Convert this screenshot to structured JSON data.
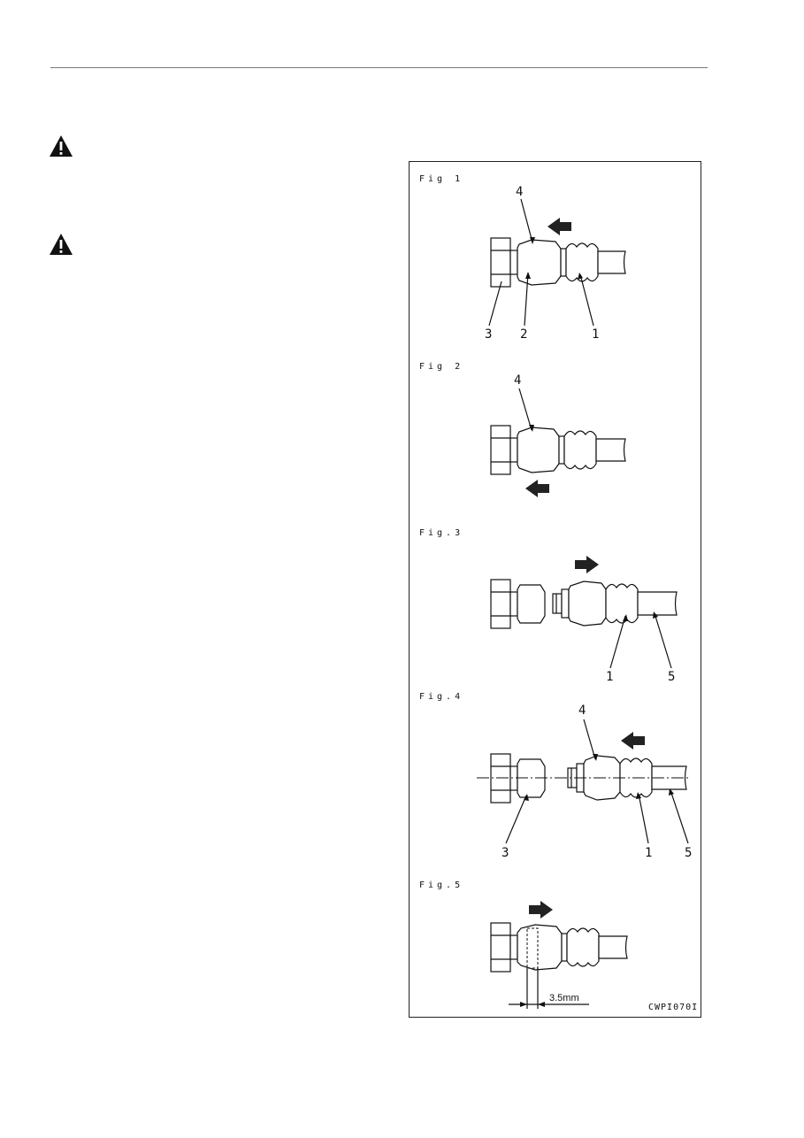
{
  "warnings": [
    {
      "icon": "warning-triangle-icon"
    },
    {
      "icon": "warning-triangle-icon"
    }
  ],
  "figures": {
    "fig1": {
      "label": "Fig 1",
      "callouts": [
        "4",
        "3",
        "2",
        "1"
      ]
    },
    "fig2": {
      "label": "Fig 2",
      "callouts": [
        "4"
      ]
    },
    "fig3": {
      "label": "Fig.3",
      "callouts": [
        "1",
        "5"
      ]
    },
    "fig4": {
      "label": "Fig.4",
      "callouts": [
        "4",
        "3",
        "1",
        "5"
      ]
    },
    "fig5": {
      "label": "Fig.5",
      "dimension": "3.5mm"
    },
    "drawing_code": "CWPI070I"
  }
}
